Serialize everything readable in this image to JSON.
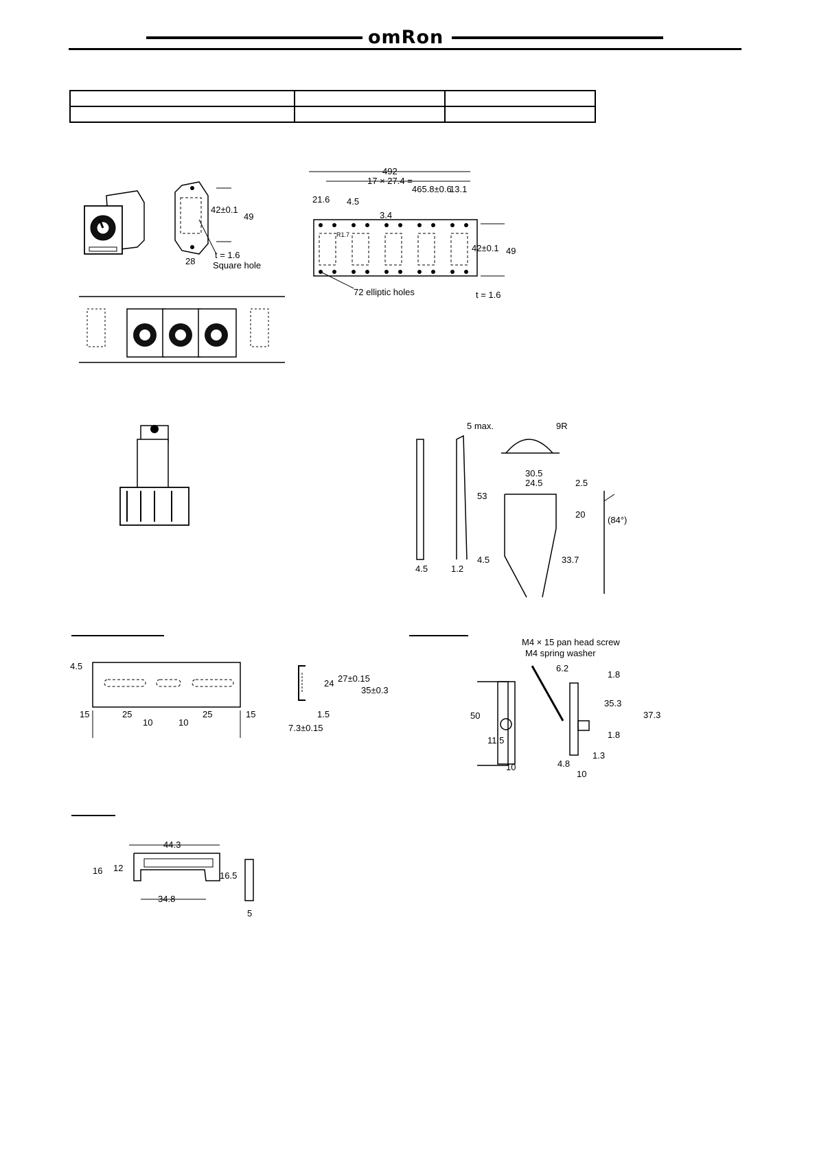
{
  "header": {
    "brand": "omRon"
  },
  "spec_table": {
    "rows": [
      [
        "",
        "",
        ""
      ],
      [
        "",
        "",
        ""
      ]
    ]
  },
  "mounting_plate_single": {
    "dim_height_inner": "42±0.1",
    "dim_height_outer": "49",
    "dim_width": "28",
    "thickness": "t = 1.6",
    "hole_label": "Square hole"
  },
  "mounting_plate_multi": {
    "dim_total": "492",
    "dim_pitch": "17 × 27.4 =",
    "dim_pitch_total": "465.8±0.6",
    "dim_right_margin": "13.1",
    "dim_left_margin": "21.6",
    "dim_hole": "4.5",
    "dim_slot": "3.4",
    "radius": "R1.7",
    "dim_height_inner": "42±0.1",
    "dim_height_outer": "49",
    "holes_label": "72 elliptic holes",
    "thickness": "t = 1.6"
  },
  "hold_clip": {
    "dim_max": "5 max.",
    "radius": "9R",
    "dim_30_5": "30.5",
    "dim_24_5": "24.5",
    "dim_2_5": "2.5",
    "dim_53": "53",
    "dim_20": "20",
    "angle": "(84°)",
    "dim_33_7": "33.7",
    "dim_4_5a": "4.5",
    "dim_1_2": "1.2",
    "dim_4_5b": "4.5"
  },
  "din_track": {
    "dim_4_5": "4.5",
    "dim_15a": "15",
    "dim_25a": "25",
    "dim_10a": "10",
    "dim_10b": "10",
    "dim_25b": "25",
    "dim_15b": "15",
    "dim_24": "24",
    "dim_27": "27±0.15",
    "dim_35": "35±0.3",
    "dim_1_5": "1.5",
    "dim_7_3": "7.3±0.15"
  },
  "end_plate": {
    "screw_label": "M4 × 15 pan head screw",
    "washer_label": "M4 spring washer",
    "dim_6_2": "6.2",
    "dim_1_8a": "1.8",
    "dim_35_3": "35.3",
    "dim_37_3": "37.3",
    "dim_50": "50",
    "dim_11_5": "11.5",
    "dim_1_8b": "1.8",
    "dim_10a": "10",
    "dim_4_8": "4.8",
    "dim_1_3": "1.3",
    "dim_10b": "10"
  },
  "spacer": {
    "dim_44_3": "44.3",
    "dim_16": "16",
    "dim_12": "12",
    "dim_16_5": "16.5",
    "dim_34_8": "34.8",
    "dim_5": "5"
  }
}
